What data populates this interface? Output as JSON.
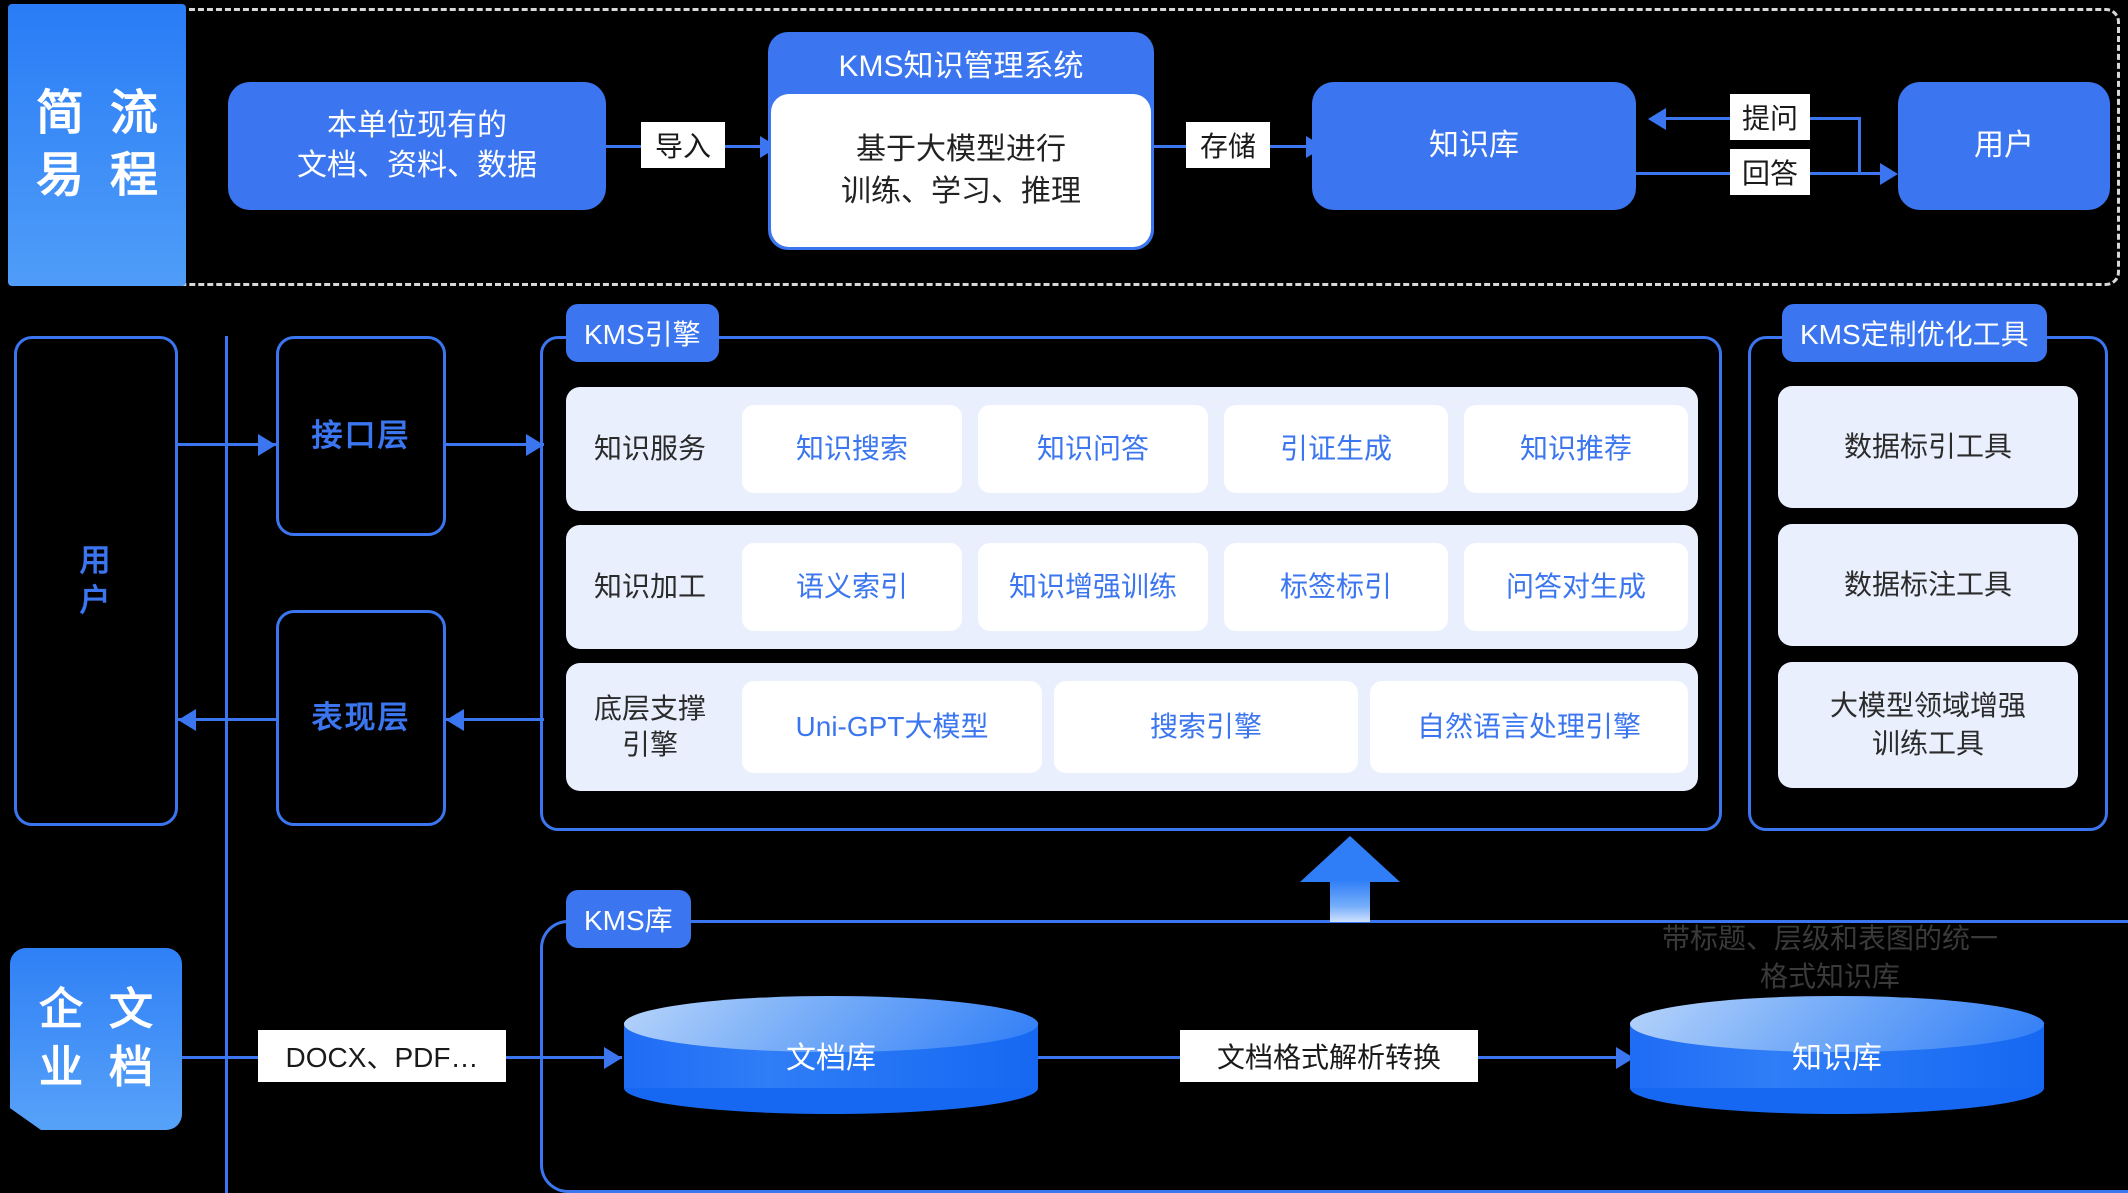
{
  "top_flow": {
    "banner_chars": [
      "简",
      "流",
      "易",
      "程"
    ],
    "source_box": "本单位现有的\n文档、资料、数据",
    "import_label": "导入",
    "system_title": "KMS知识管理系统",
    "system_body": "基于大模型进行\n训练、学习、推理",
    "store_label": "存储",
    "kb_box": "知识库",
    "ask_label": "提问",
    "answer_label": "回答",
    "user_box": "用户"
  },
  "middle": {
    "user_panel": "用\n户",
    "interface_layer": "接口层",
    "presentation_layer": "表现层",
    "engine_badge": "KMS引擎",
    "tiers": [
      {
        "label": "知识服务",
        "cells": [
          "知识搜索",
          "知识问答",
          "引证生成",
          "知识推荐"
        ]
      },
      {
        "label": "知识加工",
        "cells": [
          "语义索引",
          "知识增强训练",
          "标签标引",
          "问答对生成"
        ]
      },
      {
        "label": "底层支撑\n引擎",
        "cells": [
          "Uni-GPT大模型",
          "搜索引擎",
          "自然语言处理引擎"
        ]
      }
    ],
    "tools_badge": "KMS定制优化工具",
    "tools": [
      "数据标引工具",
      "数据标注工具",
      "大模型领域增强\n训练工具"
    ]
  },
  "bottom": {
    "doc_banner_chars": [
      "企",
      "文",
      "业",
      "档"
    ],
    "format_label": "DOCX、PDF…",
    "kms_store_badge": "KMS库",
    "doc_db": "文档库",
    "convert_label": "文档格式解析转换",
    "knowledge_db": "知识库",
    "ghost_note": "带标题、层级和表图的统一\n格式知识库"
  },
  "colors": {
    "primary_blue": "#3b76f0",
    "light_blue_panel": "#e9effc",
    "white": "#ffffff",
    "dashed_border": "#d8d8d8",
    "background": "#000000"
  }
}
